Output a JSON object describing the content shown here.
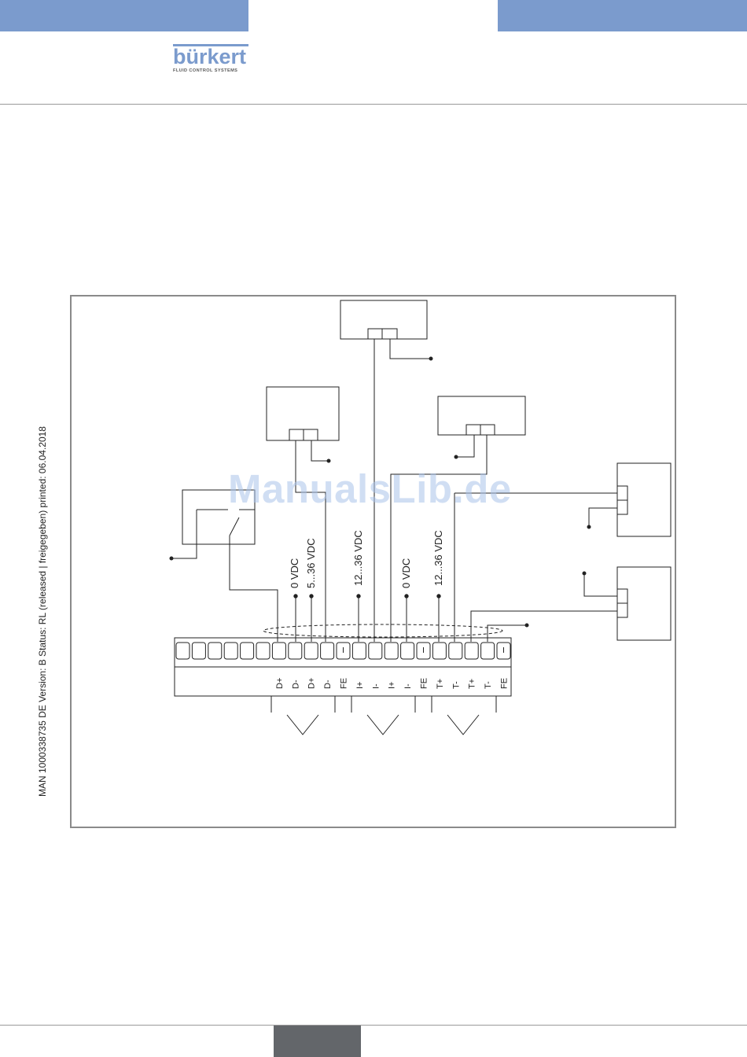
{
  "header": {
    "logo_word": "bürkert",
    "logo_subtitle": "FLUID CONTROL SYSTEMS"
  },
  "sidebar": {
    "document_info": "MAN  1000338735  DE  Version: B Status: RL (released | freigegeben)  printed: 06.04.2018"
  },
  "watermark": "ManualsLib.de",
  "diagram": {
    "terminal_labels": [
      "D+",
      "D-",
      "D+",
      "D-",
      "FE",
      "I+",
      "I-",
      "I+",
      "I-",
      "FE",
      "T+",
      "T-",
      "T+",
      "T-",
      "FE"
    ],
    "voltage_labels": [
      "0 VDC",
      "5...36 VDC",
      "12...36 VDC",
      "0 VDC",
      "12...36 VDC"
    ],
    "colors": {
      "line": "#222222",
      "frame": "#8a8a8a",
      "header_blue": "#7b9bcd",
      "footer_tab": "#63666a"
    }
  }
}
